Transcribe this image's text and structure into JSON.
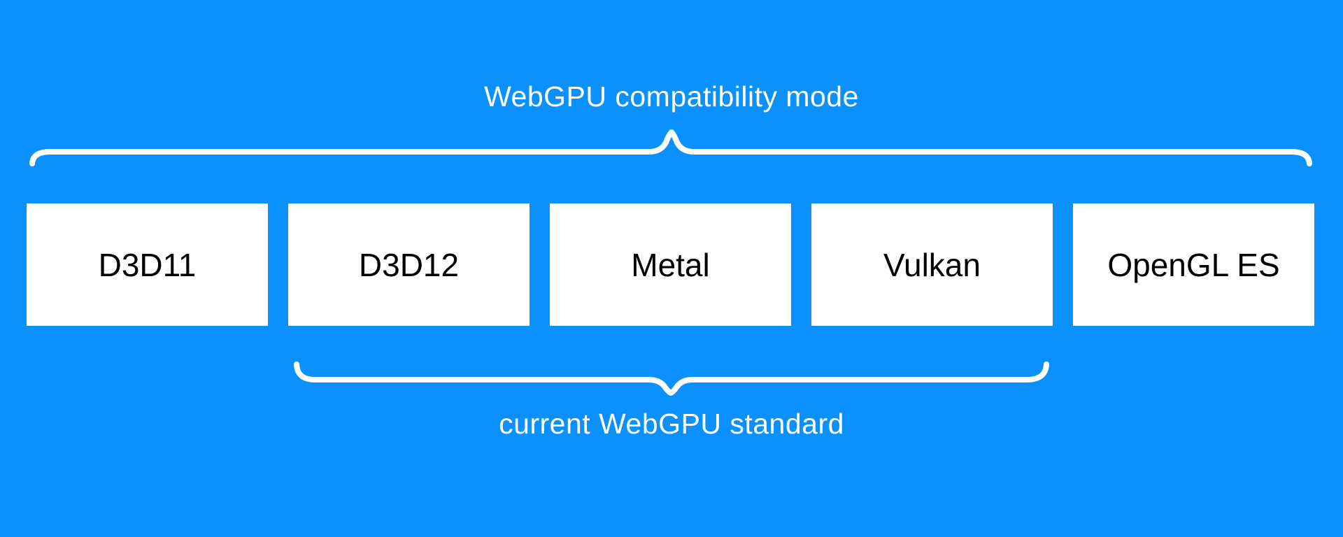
{
  "top_group": {
    "label": "WebGPU compatibility mode"
  },
  "bottom_group": {
    "label": "current WebGPU standard"
  },
  "boxes": [
    {
      "label": "D3D11"
    },
    {
      "label": "D3D12"
    },
    {
      "label": "Metal"
    },
    {
      "label": "Vulkan"
    },
    {
      "label": "OpenGL ES"
    }
  ],
  "colors": {
    "background": "#0a90ff",
    "box_fill": "#ffffff",
    "box_text": "#000000",
    "label_text": "#ffffff",
    "brace": "#ffffff"
  }
}
